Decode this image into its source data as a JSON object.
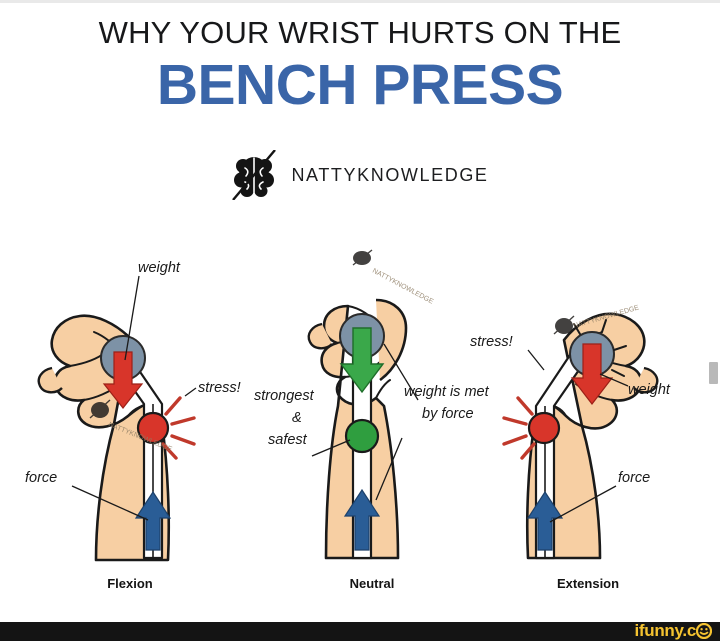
{
  "header": {
    "line1": "WHY YOUR WRIST HURTS ON THE",
    "line2": "BENCH PRESS",
    "title_color_line1": "#17181a",
    "title_color_line2": "#3a65a8"
  },
  "brand": {
    "name": "NATTYKNOWLEDGE",
    "logo_icon": "slashed-brain-icon"
  },
  "palette": {
    "skin": "#f7cfa3",
    "outline": "#1a1a1a",
    "weight_disc": "#7d92a6",
    "stress_dot": "#d8352a",
    "safe_dot": "#2f9e3f",
    "weight_arrow_bad": "#d8352a",
    "weight_arrow_good": "#3aa84a",
    "force_arrow": "#2a5d96",
    "bone_fill": "#ffffff",
    "background": "#ffffff",
    "footer_bar": "#141414",
    "watermark": "#f5c330"
  },
  "panels": [
    {
      "id": "flexion",
      "caption": "Flexion",
      "annotations": [
        {
          "name": "weight-label",
          "text": "weight"
        },
        {
          "name": "stress-label",
          "text": "stress!"
        },
        {
          "name": "force-label",
          "text": "force"
        }
      ],
      "joint_state": "stressed",
      "weight_arrow_color": "#d8352a",
      "joint_dot_color": "#d8352a",
      "force_arrow_color": "#2a5d96"
    },
    {
      "id": "neutral",
      "caption": "Neutral",
      "annotations": [
        {
          "name": "strongest-safest-label",
          "text": "strongest",
          "text2": "&",
          "text3": "safest"
        },
        {
          "name": "weight-met-label",
          "text": "weight is met",
          "text2": "by force"
        }
      ],
      "joint_state": "safe",
      "weight_arrow_color": "#3aa84a",
      "joint_dot_color": "#2f9e3f",
      "force_arrow_color": "#2a5d96"
    },
    {
      "id": "extension",
      "caption": "Extension",
      "annotations": [
        {
          "name": "stress-label",
          "text": "stress!"
        },
        {
          "name": "weight-label",
          "text": "weight"
        },
        {
          "name": "force-label",
          "text": "force"
        }
      ],
      "joint_state": "stressed",
      "weight_arrow_color": "#d8352a",
      "joint_dot_color": "#d8352a",
      "force_arrow_color": "#2a5d96"
    }
  ],
  "footer": {
    "watermark_text": "ifunny.c",
    "watermark_face_icon": "smiley-face-icon"
  }
}
